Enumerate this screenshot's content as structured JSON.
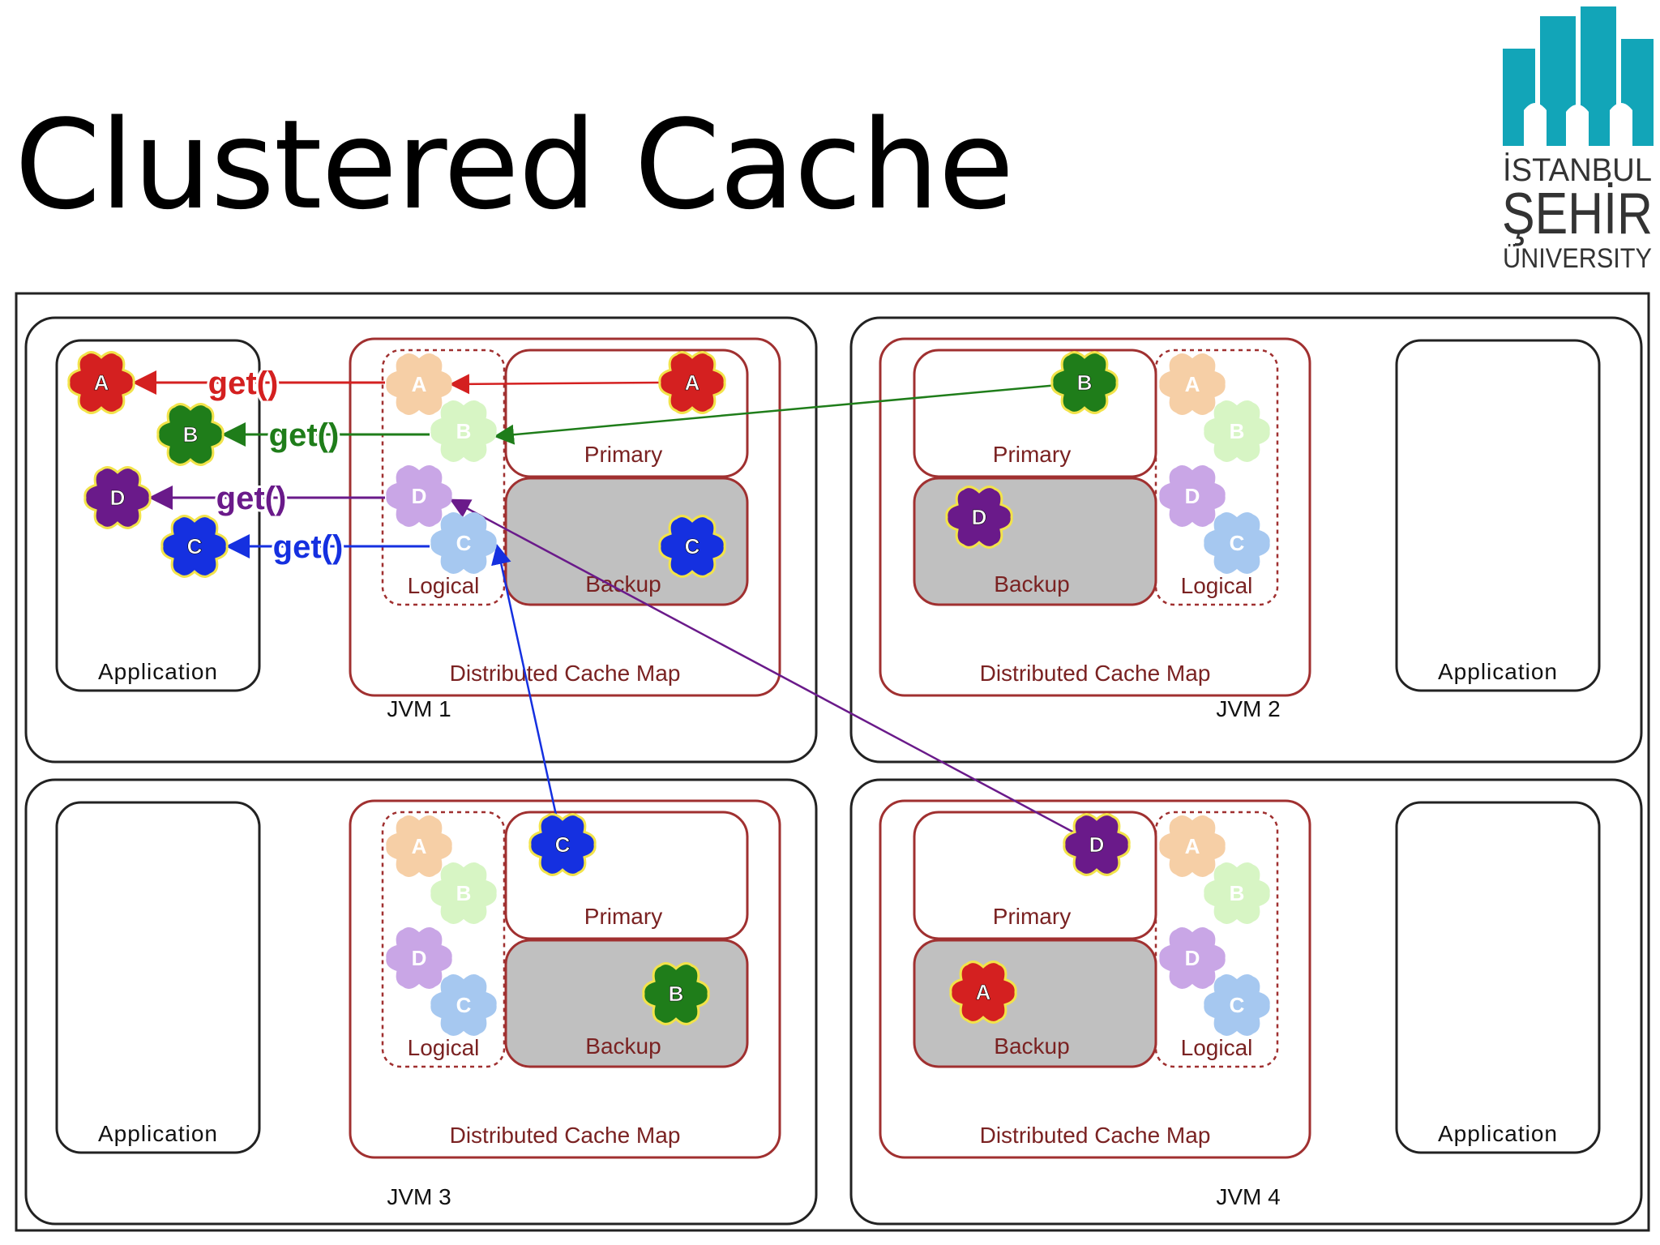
{
  "slide": {
    "title": "Clustered Cache"
  },
  "logo": {
    "line1": "İSTANBUL",
    "line2": "ŞEHİR",
    "line3": "ÜNIVERSITY",
    "color": "#12a5b8"
  },
  "colors": {
    "A": "#d42020",
    "B": "#1f7d1a",
    "C": "#1530e0",
    "D": "#6a1a8a",
    "A_light": "#f6cfa6",
    "B_light": "#d7f5c4",
    "C_light": "#a6c8f0",
    "D_light": "#c9a6e6",
    "map_border": "#a03030",
    "backup_fill": "#c0c0c0",
    "label_color": "#7a2222"
  },
  "get_label": "get()",
  "labels": {
    "application": "Application",
    "primary": "Primary",
    "backup": "Backup",
    "logical": "Logical",
    "distributed_cache_map": "Distributed Cache Map"
  },
  "jvms": [
    {
      "id": "jvm1",
      "label": "JVM  1",
      "primary_key": "A",
      "backup_key": "C"
    },
    {
      "id": "jvm2",
      "label": "JVM  2",
      "primary_key": "B",
      "backup_key": "D"
    },
    {
      "id": "jvm3",
      "label": "JVM 3",
      "primary_key": "C",
      "backup_key": "B"
    },
    {
      "id": "jvm4",
      "label": "JVM 4",
      "primary_key": "D",
      "backup_key": "A"
    }
  ],
  "logical_keys": [
    "A",
    "B",
    "D",
    "C"
  ],
  "app_keys": [
    "A",
    "B",
    "D",
    "C"
  ]
}
